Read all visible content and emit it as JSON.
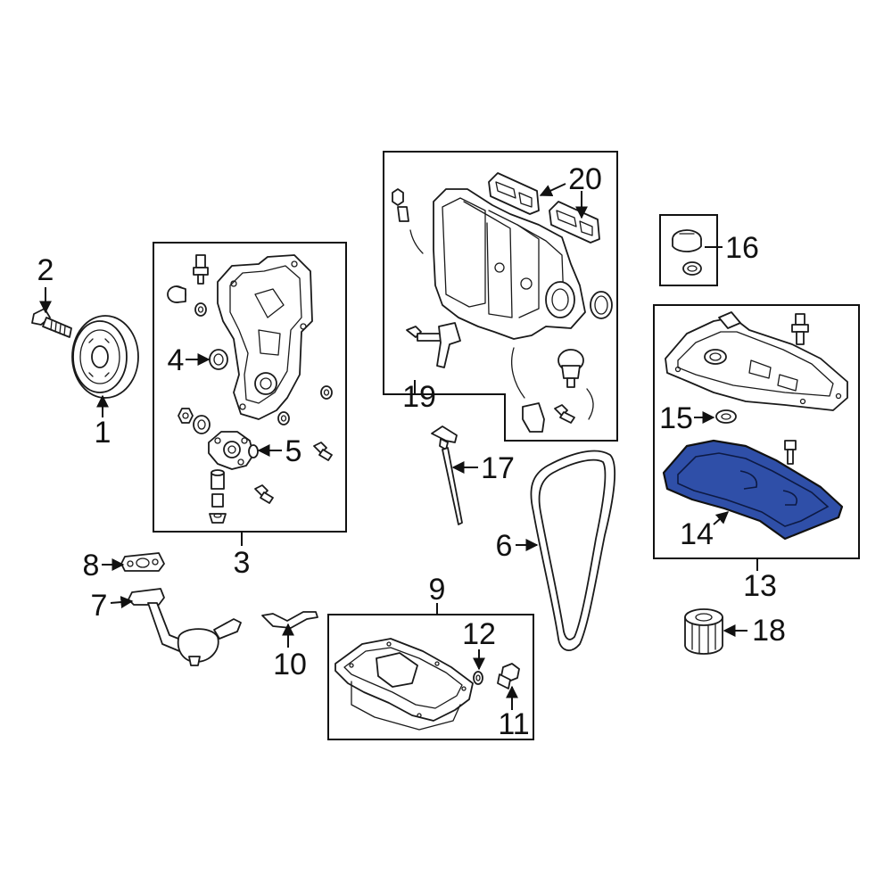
{
  "diagram": {
    "highlight_color": "#2f4fa8",
    "callouts": {
      "c1": "1",
      "c2": "2",
      "c3": "3",
      "c4": "4",
      "c5": "5",
      "c6": "6",
      "c7": "7",
      "c8": "8",
      "c9": "9",
      "c10": "10",
      "c11": "11",
      "c12": "12",
      "c13": "13",
      "c14": "14",
      "c15": "15",
      "c16": "16",
      "c17": "17",
      "c18": "18",
      "c19": "19",
      "c20": "20"
    }
  }
}
